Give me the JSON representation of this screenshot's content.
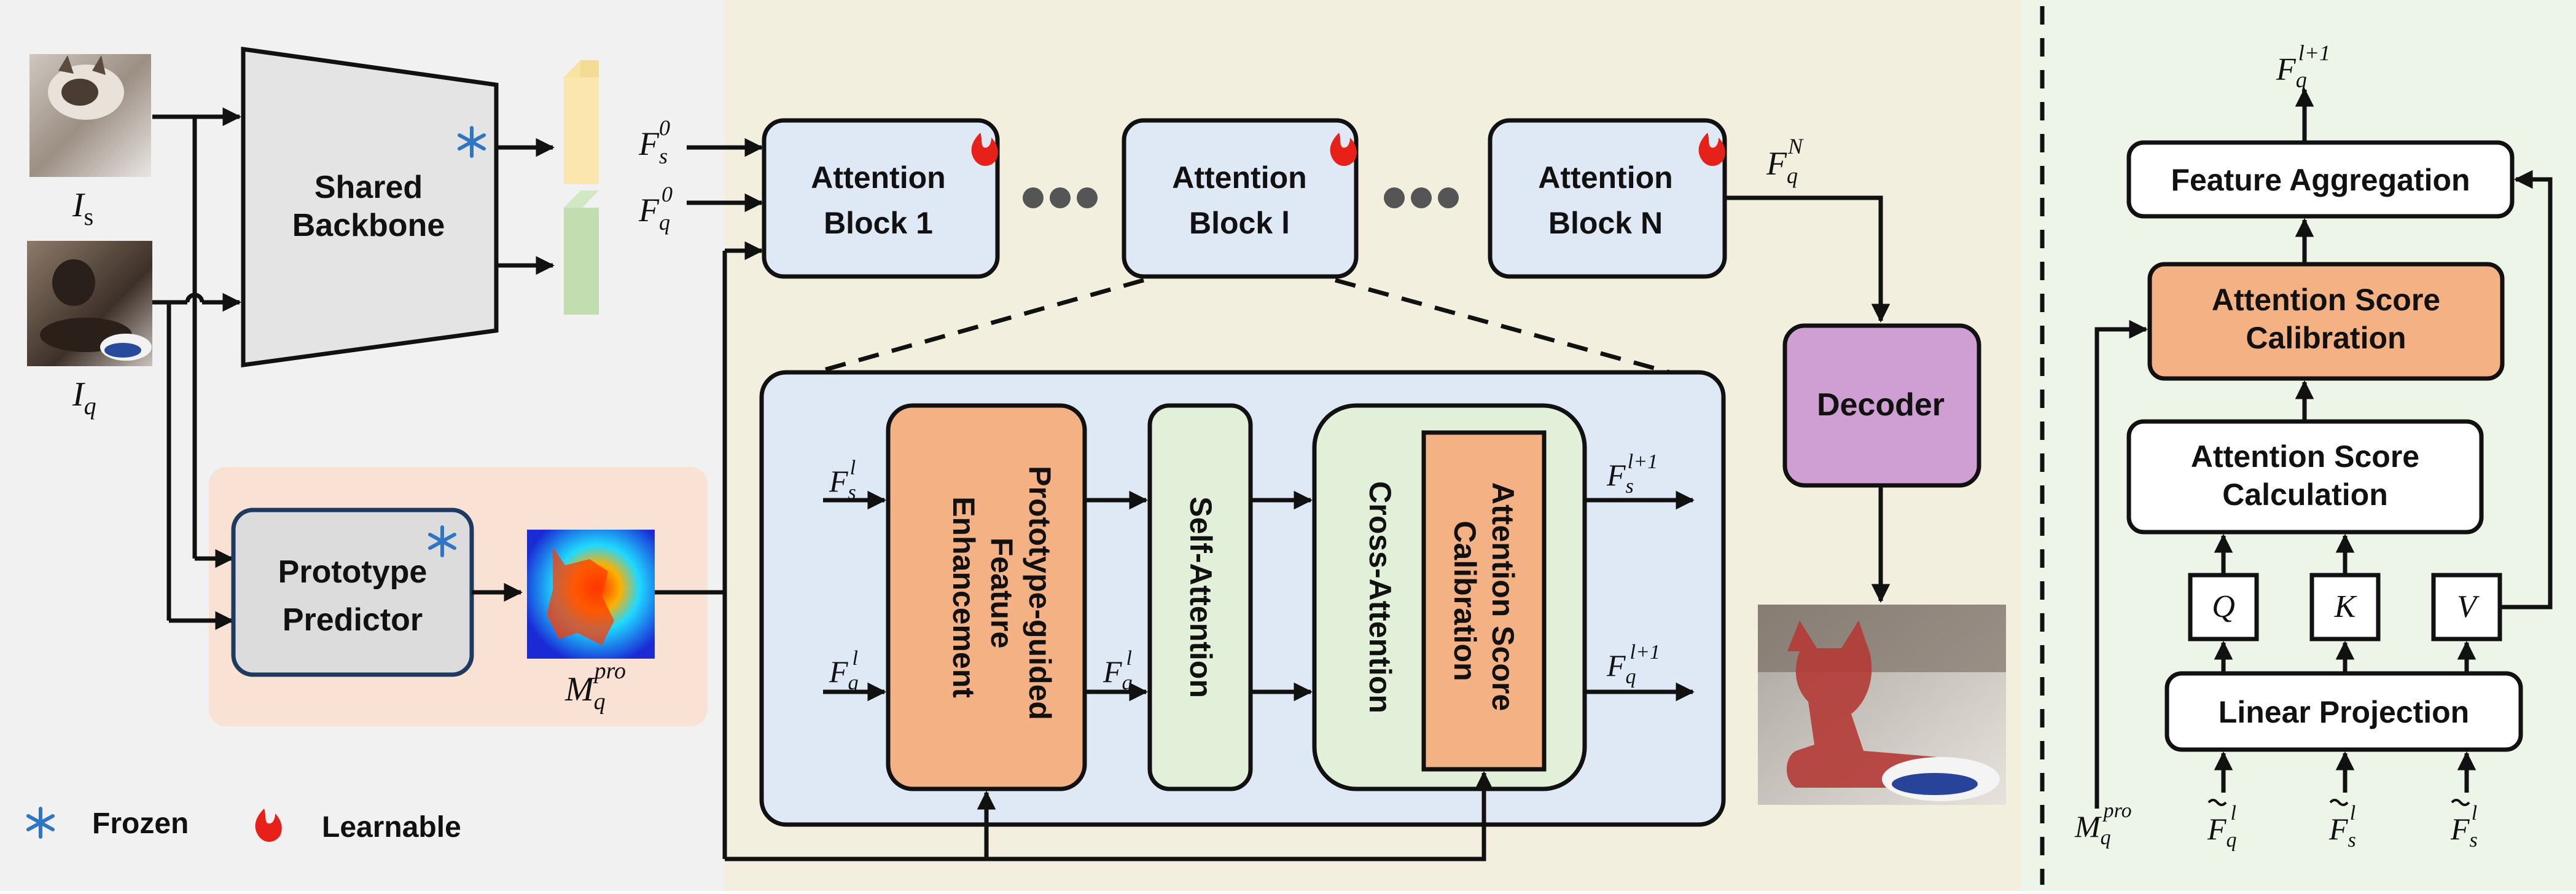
{
  "inputs": {
    "support_label": "I",
    "support_sub": "s",
    "query_label": "I",
    "query_sub": "q"
  },
  "backbone": {
    "line1": "Shared",
    "line2": "Backbone"
  },
  "feature_labels": {
    "fs0_base": "F",
    "fs0_sub": "s",
    "fs0_sup": "0",
    "fq0_base": "F",
    "fq0_sub": "q",
    "fq0_sup": "0",
    "fqN_base": "F",
    "fqN_sub": "q",
    "fqN_sup": "N"
  },
  "prototype_predictor": {
    "line1": "Prototype",
    "line2": "Predictor"
  },
  "prototype_map_label": {
    "base": "M",
    "sub": "q",
    "sup": "pro"
  },
  "attention_blocks": [
    {
      "line1": "Attention",
      "line2": "Block 1"
    },
    {
      "line1": "Attention",
      "line2": "Block l"
    },
    {
      "line1": "Attention",
      "line2": "Block N"
    }
  ],
  "detail": {
    "pfe": [
      "Prototype-guided",
      "Feature",
      "Enhancement"
    ],
    "self_attention": "Self-Attention",
    "cross_attention": "Cross-Attention",
    "asc": [
      "Attention Score",
      "Calibration"
    ],
    "in_fs": {
      "base": "F",
      "sub": "s",
      "sup": "l"
    },
    "in_fq": {
      "base": "F",
      "sub": "q",
      "sup": "l"
    },
    "mid_fq": {
      "base": "F",
      "sub": "q",
      "sup": "l"
    },
    "out_fs": {
      "base": "F",
      "sub": "s",
      "sup": "l+1"
    },
    "out_fq": {
      "base": "F",
      "sub": "q",
      "sup": "l+1"
    }
  },
  "decoder": "Decoder",
  "legend": {
    "frozen": "Frozen",
    "learnable": "Learnable"
  },
  "right_panel": {
    "feature_aggregation": "Feature Aggregation",
    "asc": [
      "Attention Score",
      "Calibration"
    ],
    "ascalc": [
      "Attention Score",
      "Calculation"
    ],
    "q": "Q",
    "k": "K",
    "v": "V",
    "linear_projection": "Linear Projection",
    "top_out": {
      "base": "F",
      "sub": "q",
      "sup": "l+1"
    },
    "in_m": {
      "base": "M",
      "sub": "q",
      "sup": "pro"
    },
    "in_fq": {
      "base": "F",
      "sub": "q",
      "sup": "l"
    },
    "in_fs1": {
      "base": "F",
      "sub": "s",
      "sup": "l"
    },
    "in_fs2": {
      "base": "F",
      "sub": "s",
      "sup": "l"
    }
  },
  "colors": {
    "left_bg": "#f1f1f1",
    "mid_bg": "#f3efdf",
    "right_bg": "#edf4e8",
    "pp_region": "#f9e2d3",
    "block_fill": "#dfe9f6",
    "detail_fill": "#dfe9f6",
    "orange": "#f4b183",
    "green_box": "#e2efd9",
    "decoder": "#cf9fd4",
    "backbone": "#e4e4e4",
    "flame": "#e8201a",
    "snow": "#2e75c6"
  }
}
